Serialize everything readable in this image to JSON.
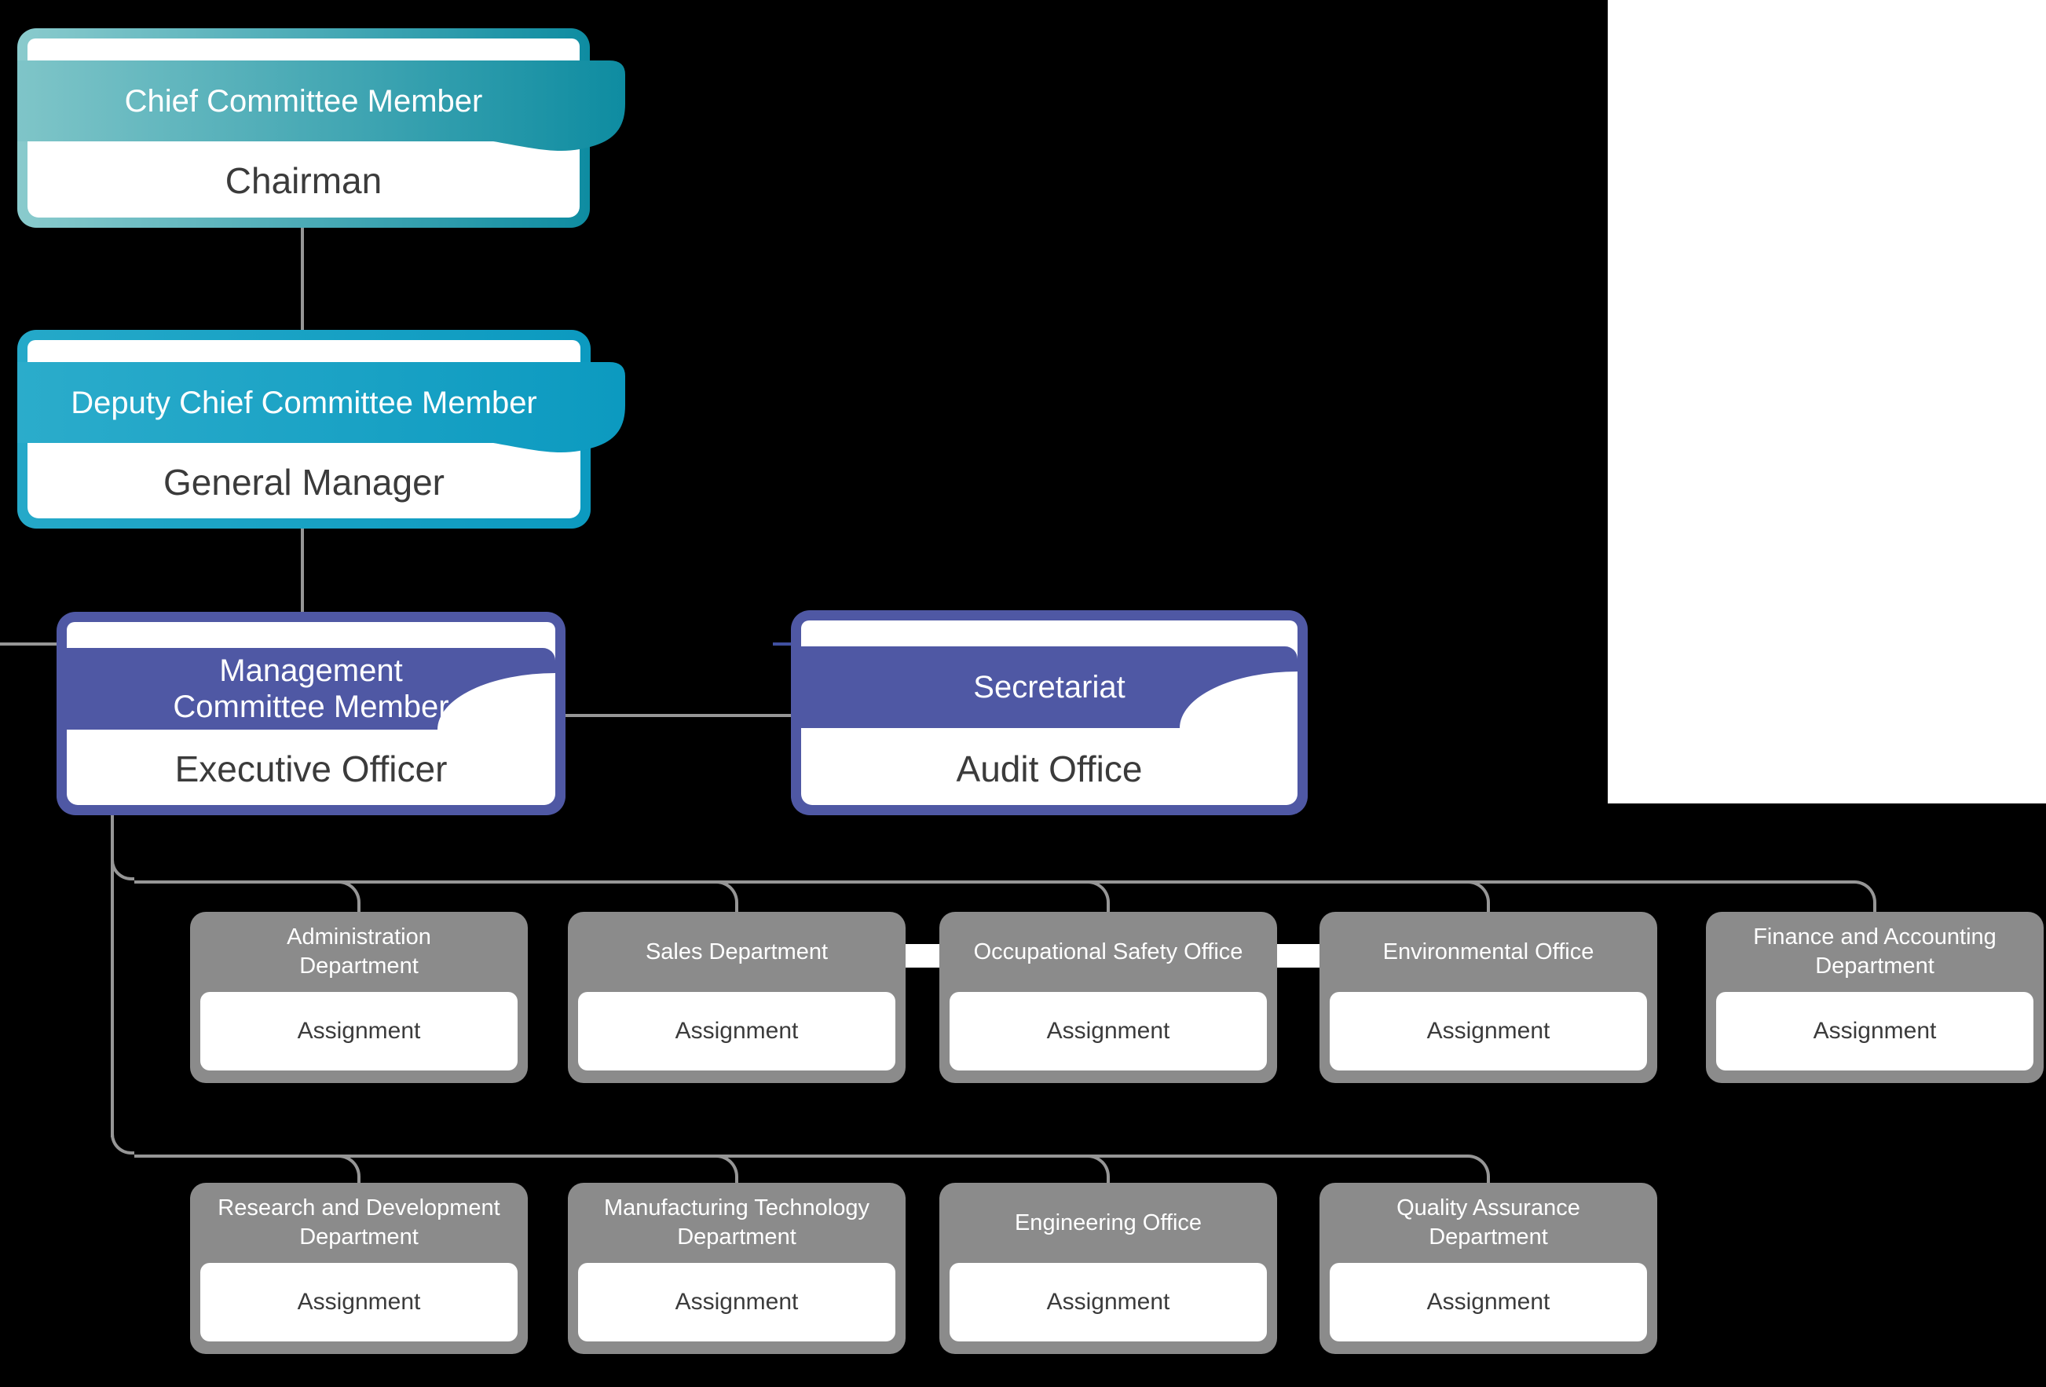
{
  "colors": {
    "background": "#000000",
    "background_panel": "#ffffff",
    "teal_gradient_light": "#8acbcd",
    "teal_gradient_dark": "#0e8ca1",
    "cyan": "#13a0c3",
    "purple": "#4f58a4",
    "department_gray": "#8b8b8b",
    "connector_gray": "#969696",
    "connector_blue_stub": "#4050a0",
    "title_text": "#ffffff",
    "subtitle_text": "#3b3b3b"
  },
  "chart": {
    "executive_nodes": [
      {
        "title": "Chief Committee Member",
        "subtitle": "Chairman"
      },
      {
        "title": "Deputy Chief Committee Member",
        "subtitle": "General Manager"
      },
      {
        "title": "Management\nCommittee Member",
        "subtitle": "Executive Officer"
      },
      {
        "title": "Secretariat",
        "subtitle": "Audit Office"
      }
    ],
    "department_rows": [
      {
        "boxes": [
          {
            "title": "Administration\nDepartment",
            "subtitle": "Assignment"
          },
          {
            "title": "Sales Department",
            "subtitle": "Assignment"
          },
          {
            "title": "Occupational Safety Office",
            "subtitle": "Assignment"
          },
          {
            "title": "Environmental Office",
            "subtitle": "Assignment"
          },
          {
            "title": "Finance and Accounting\nDepartment",
            "subtitle": "Assignment"
          }
        ]
      },
      {
        "boxes": [
          {
            "title": "Research and Development\nDepartment",
            "subtitle": "Assignment"
          },
          {
            "title": "Manufacturing Technology\nDepartment",
            "subtitle": "Assignment"
          },
          {
            "title": "Engineering Office",
            "subtitle": "Assignment"
          },
          {
            "title": "Quality Assurance\nDepartment",
            "subtitle": "Assignment"
          }
        ]
      }
    ]
  }
}
